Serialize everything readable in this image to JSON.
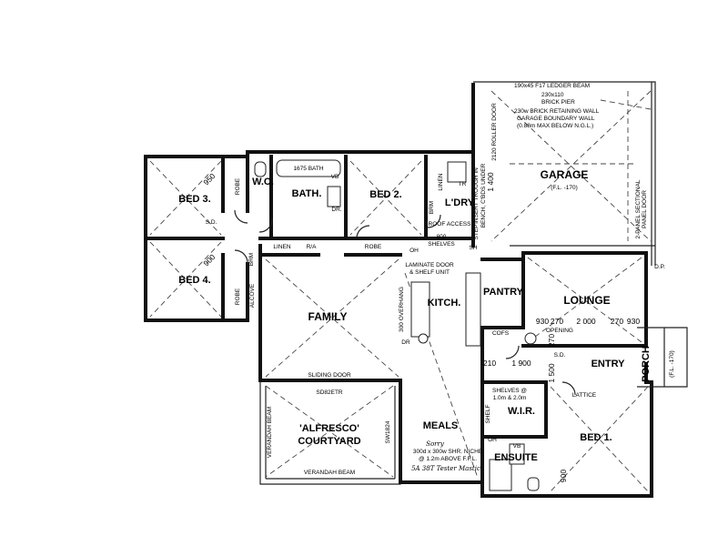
{
  "rooms": {
    "bed3": "BED 3.",
    "wc": "W.C.",
    "bath": "BATH.",
    "bed2": "BED 2.",
    "ldry": "L'DRY",
    "garage": "GARAGE",
    "garage_fl": "(F.L. -170)",
    "bed4": "BED 4.",
    "family": "FAMILY",
    "kitch": "KITCH.",
    "pantry": "PANTRY",
    "lounge": "LOUNGE",
    "entry": "ENTRY",
    "porch": "PORCH",
    "porch_fl": "(F.L. -170)",
    "wir": "W.I.R.",
    "bed1": "BED 1.",
    "meals": "MEALS",
    "ensuite": "ENSUITE",
    "alfresco_1": "'ALFRESCO'",
    "alfresco_2": "COURTYARD"
  },
  "labels": {
    "robe": "ROBE",
    "robe2": "ROBE",
    "robe3": "ROBE",
    "sd": "S.D.",
    "sd2": "S.D.",
    "linen": "LINEN",
    "linen2": "LINEN",
    "ra": "R/A",
    "brm": "BRM",
    "brm2": "BRM",
    "alcove": "ALCOVE",
    "tr": "TR",
    "sh": "SH",
    "oh": "OH",
    "oh2": "OH",
    "dr": "DR.",
    "dr2": "DR",
    "vb": "VB",
    "vb2": "VB",
    "cofs": "COFS",
    "shelf": "SHELF",
    "bath_size": "1675 BATH",
    "sliding_door": "SLIDING DOOR",
    "sd_code": "SD82ETR",
    "sw_code": "SW1824",
    "verandah_beam": "VERANDAH BEAM",
    "verandah_beam_v": "VERANDAH BEAM",
    "laminate_1": "LAMINATE DOOR",
    "laminate_2": "& SHELF UNIT",
    "overhang": "300 OVERHANG",
    "shelves_800": "800",
    "shelves": "SHELVES",
    "wir_shelves_1": "SHELVES @",
    "wir_shelves_2": "1.0m & 2.0m",
    "niche_1": "300d x 300w SHR. NICHE",
    "niche_2": "@ 1.2m ABOVE F.F.L.",
    "hand_1": "Sorry",
    "hand_2": "5A 38T Tester Mastic",
    "ledger": "190x45 F17 LEDGER BEAM",
    "brick_pier_1": "230x110",
    "brick_pier_2": "BRICK PIER",
    "retaining": "230w BRICK RETAINING WALL",
    "boundary": "GARAGE BOUNDARY WALL",
    "below_ngl": "(0.88m MAX BELOW N.G.L.)",
    "roller_door": "2120 ROLLER DOOR",
    "insert_trough_1": "INSERT TROUGH IN",
    "insert_trough_2": "BENCH, C'BDS UNDER",
    "step": "STEP",
    "sectional": "2-PANEL SECTIONAL",
    "panel_door": "PANEL DOOR",
    "roof_access": "ROOF ACCESS",
    "opening": "OPENING",
    "lattice": "LATTICE",
    "dp": "D.P."
  },
  "dimensions": {
    "d1400": "1 400",
    "d930a": "930",
    "d270a": "270",
    "d2000": "2 000",
    "d270b": "270",
    "d930b": "930",
    "d1500": "1 500",
    "d270c": "270",
    "d1900": "1 900",
    "d210": "210",
    "d900": "900",
    "d950": "950",
    "d900b": "900"
  }
}
